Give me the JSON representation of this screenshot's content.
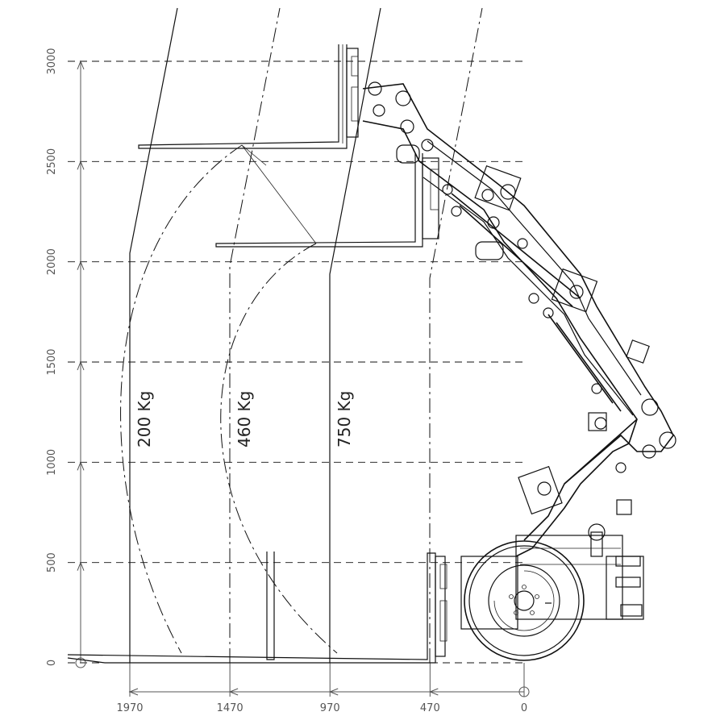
{
  "y_axis": {
    "ticks": [
      {
        "label": "0",
        "value": 0
      },
      {
        "label": "500",
        "value": 500
      },
      {
        "label": "1000",
        "value": 1000
      },
      {
        "label": "1500",
        "value": 1500
      },
      {
        "label": "2000",
        "value": 2000
      },
      {
        "label": "2500",
        "value": 2500
      },
      {
        "label": "3000",
        "value": 3000
      }
    ]
  },
  "x_axis": {
    "ticks": [
      {
        "label": "1970",
        "value": 1970
      },
      {
        "label": "1470",
        "value": 1470
      },
      {
        "label": "970",
        "value": 970
      },
      {
        "label": "470",
        "value": 470
      },
      {
        "label": "0",
        "value": 0
      }
    ]
  },
  "loads": [
    {
      "label": "200 Kg",
      "reach": 1970
    },
    {
      "label": "460 Kg",
      "reach": 1470
    },
    {
      "label": "750 Kg",
      "reach": 970
    }
  ]
}
